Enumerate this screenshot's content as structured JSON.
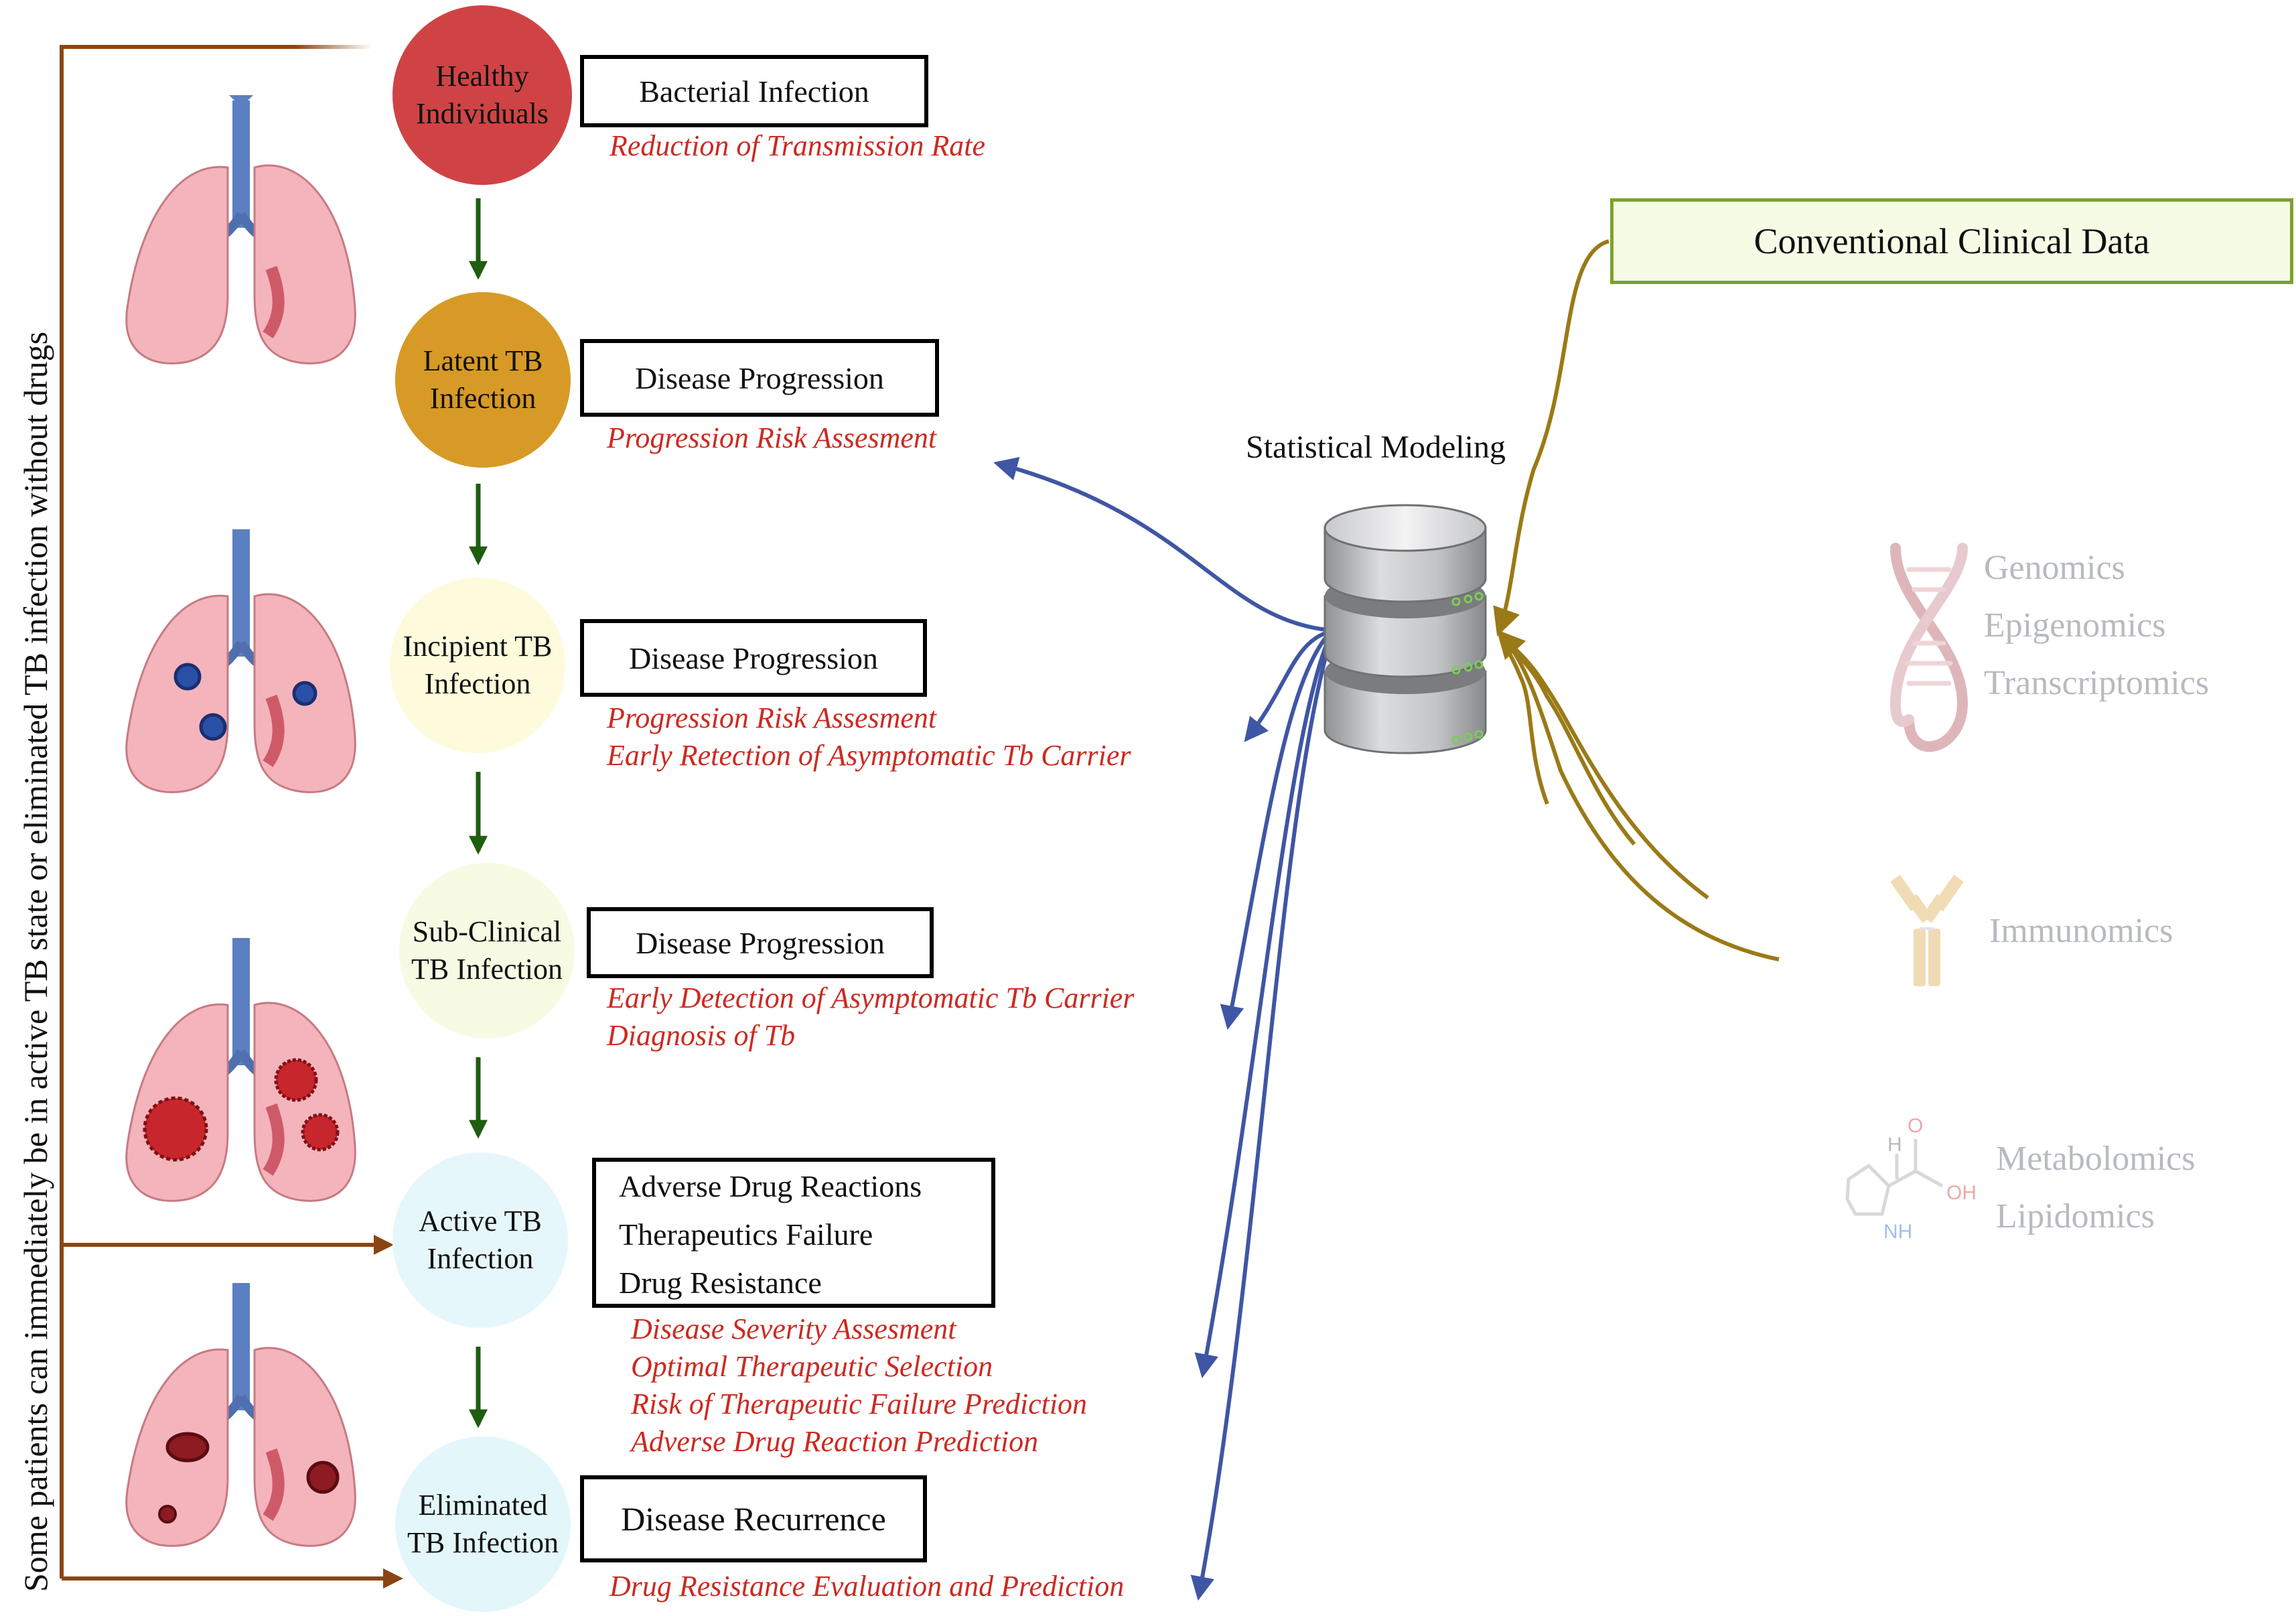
{
  "side_note": "Some patients can immediately be in active TB state or eliminated TB infection without drugs",
  "stages": [
    {
      "label": "Healthy\nIndividuals",
      "color": "#d04345",
      "outcomes": [
        "Bacterial Infection"
      ],
      "applications": [
        "Reduction of Transmission Rate"
      ]
    },
    {
      "label": "Latent TB\nInfection",
      "color": "#d79a26",
      "outcomes": [
        "Disease Progression"
      ],
      "applications": [
        "Progression Risk Assesment"
      ]
    },
    {
      "label": "Incipient TB\nInfection",
      "color": "#fdfbdc",
      "outcomes": [
        "Disease Progression"
      ],
      "applications": [
        "Progression Risk Assesment",
        "Early Retection of Asymptomatic Tb Carrier"
      ]
    },
    {
      "label": "Sub-Clinical\nTB Infection",
      "color": "#f7fbe4",
      "outcomes": [
        "Disease Progression"
      ],
      "applications": [
        "Early Detection of Asymptomatic Tb Carrier",
        "Diagnosis of Tb"
      ]
    },
    {
      "label": "Active TB\nInfection",
      "color": "#e6f7fb",
      "outcomes": [
        "Adverse Drug Reactions",
        "Therapeutics Failure",
        "Drug Resistance"
      ],
      "applications": [
        "Disease Severity Assesment",
        "Optimal Therapeutic Selection",
        "Risk of Therapeutic Failure Prediction",
        "Adverse Drug Reaction Prediction"
      ]
    },
    {
      "label": "Eliminated\nTB Infection",
      "color": "#e3f7fb",
      "outcomes": [
        "Disease Recurrence"
      ],
      "applications": [
        "Drug Resistance Evaluation and Prediction"
      ]
    }
  ],
  "modeling": {
    "label": "Statistical Modeling",
    "icon": "database-icon"
  },
  "data_sources": {
    "clinical": "Conventional Clinical Data",
    "omics": [
      {
        "icon": "dna-helix-icon",
        "labels": [
          "Genomics",
          "Epigenomics",
          "Transcriptomics"
        ]
      },
      {
        "icon": "antibody-icon",
        "labels": [
          "Immunomics"
        ]
      },
      {
        "icon": "proline-molecule-icon",
        "labels": [
          "Metabolomics",
          "Lipidomics"
        ]
      }
    ]
  },
  "colors": {
    "stage_arrow": "#1f5d10",
    "side_arrow": "#8b4513",
    "model_arrow": "#3f56a4",
    "data_arrow": "#9a7a17",
    "application_text": "#cc2a21",
    "omics_text": "#b7bac0",
    "clinical_border": "#7aa32a",
    "clinical_fill": "#f6fbe6"
  }
}
